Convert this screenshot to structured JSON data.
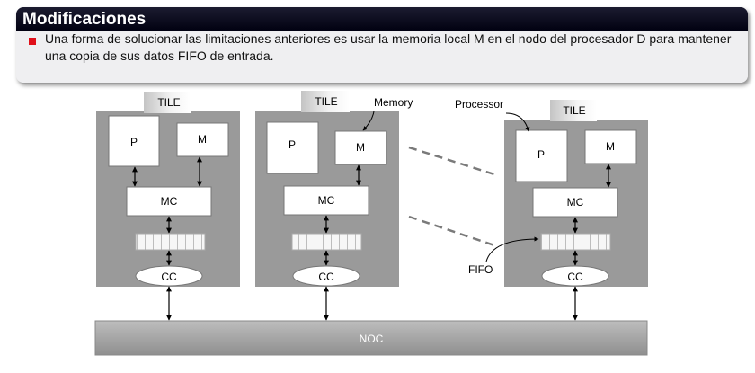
{
  "block": {
    "title": "Modificaciones",
    "bullet": "Una forma de solucionar las limitaciones anteriores es usar la memoria local M en el nodo del procesador D para mantener una copia de sus datos FIFO de entrada."
  },
  "diagram": {
    "tile_label": "TILE",
    "processor_label": "P",
    "memory_label": "M",
    "mc_label": "MC",
    "cc_label": "CC",
    "noc_label": "NOC",
    "annotations": {
      "memory": "Memory",
      "processor": "Processor",
      "fifo": "FIFO"
    }
  }
}
